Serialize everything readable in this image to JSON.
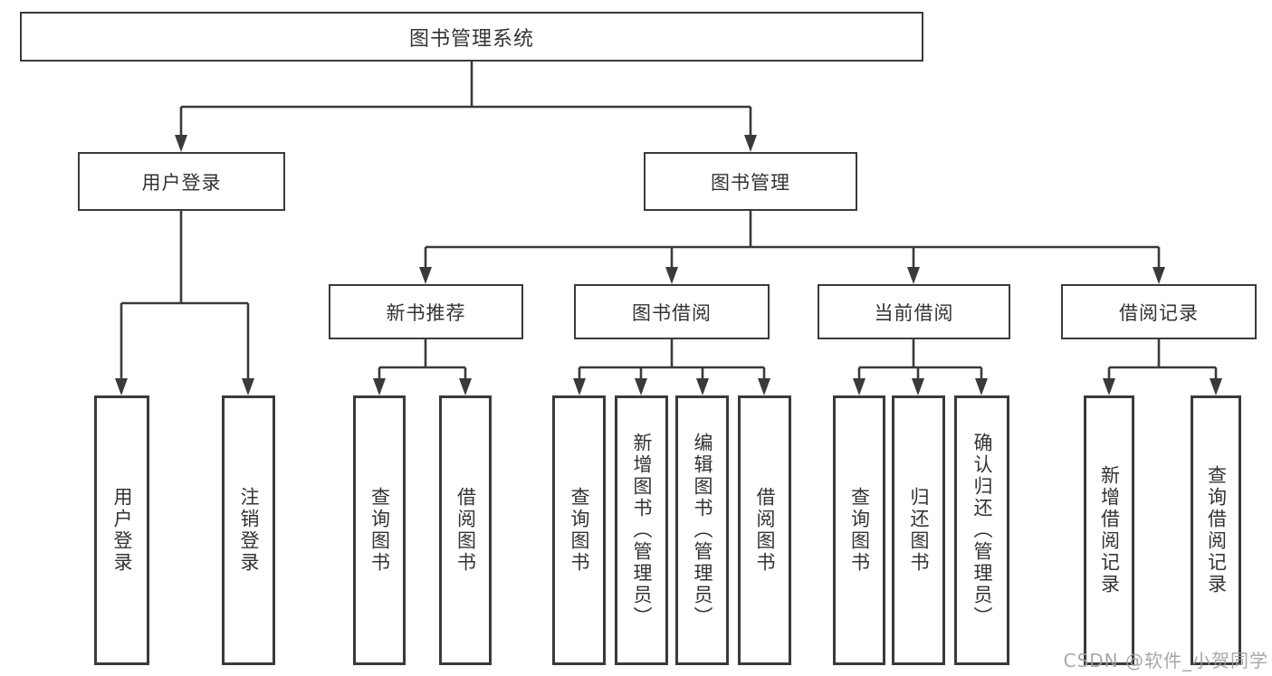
{
  "diagram": {
    "root": "图书管理系统",
    "level2": {
      "user_login": "用户登录",
      "book_management": "图书管理"
    },
    "level3": {
      "new_book_rec": "新书推荐",
      "book_borrow": "图书借阅",
      "current_borrow": "当前借阅",
      "borrow_records": "借阅记录"
    },
    "leaves": {
      "user_login": [
        "用户登录",
        "注销登录"
      ],
      "new_book_rec": [
        "查询图书",
        "借阅图书"
      ],
      "book_borrow": [
        "查询图书",
        "新增图书（管理员）",
        "编辑图书（管理员）",
        "借阅图书"
      ],
      "current_borrow": [
        "查询图书",
        "归还图书",
        "确认归还（管理员）"
      ],
      "borrow_records": [
        "新增借阅记录",
        "查询借阅记录"
      ]
    }
  },
  "watermark": "CSDN @软件_小贺同学",
  "colors": {
    "line": "#3a3a3a",
    "text": "#333333",
    "background": "#ffffff",
    "watermark": "#9e9e9e"
  }
}
